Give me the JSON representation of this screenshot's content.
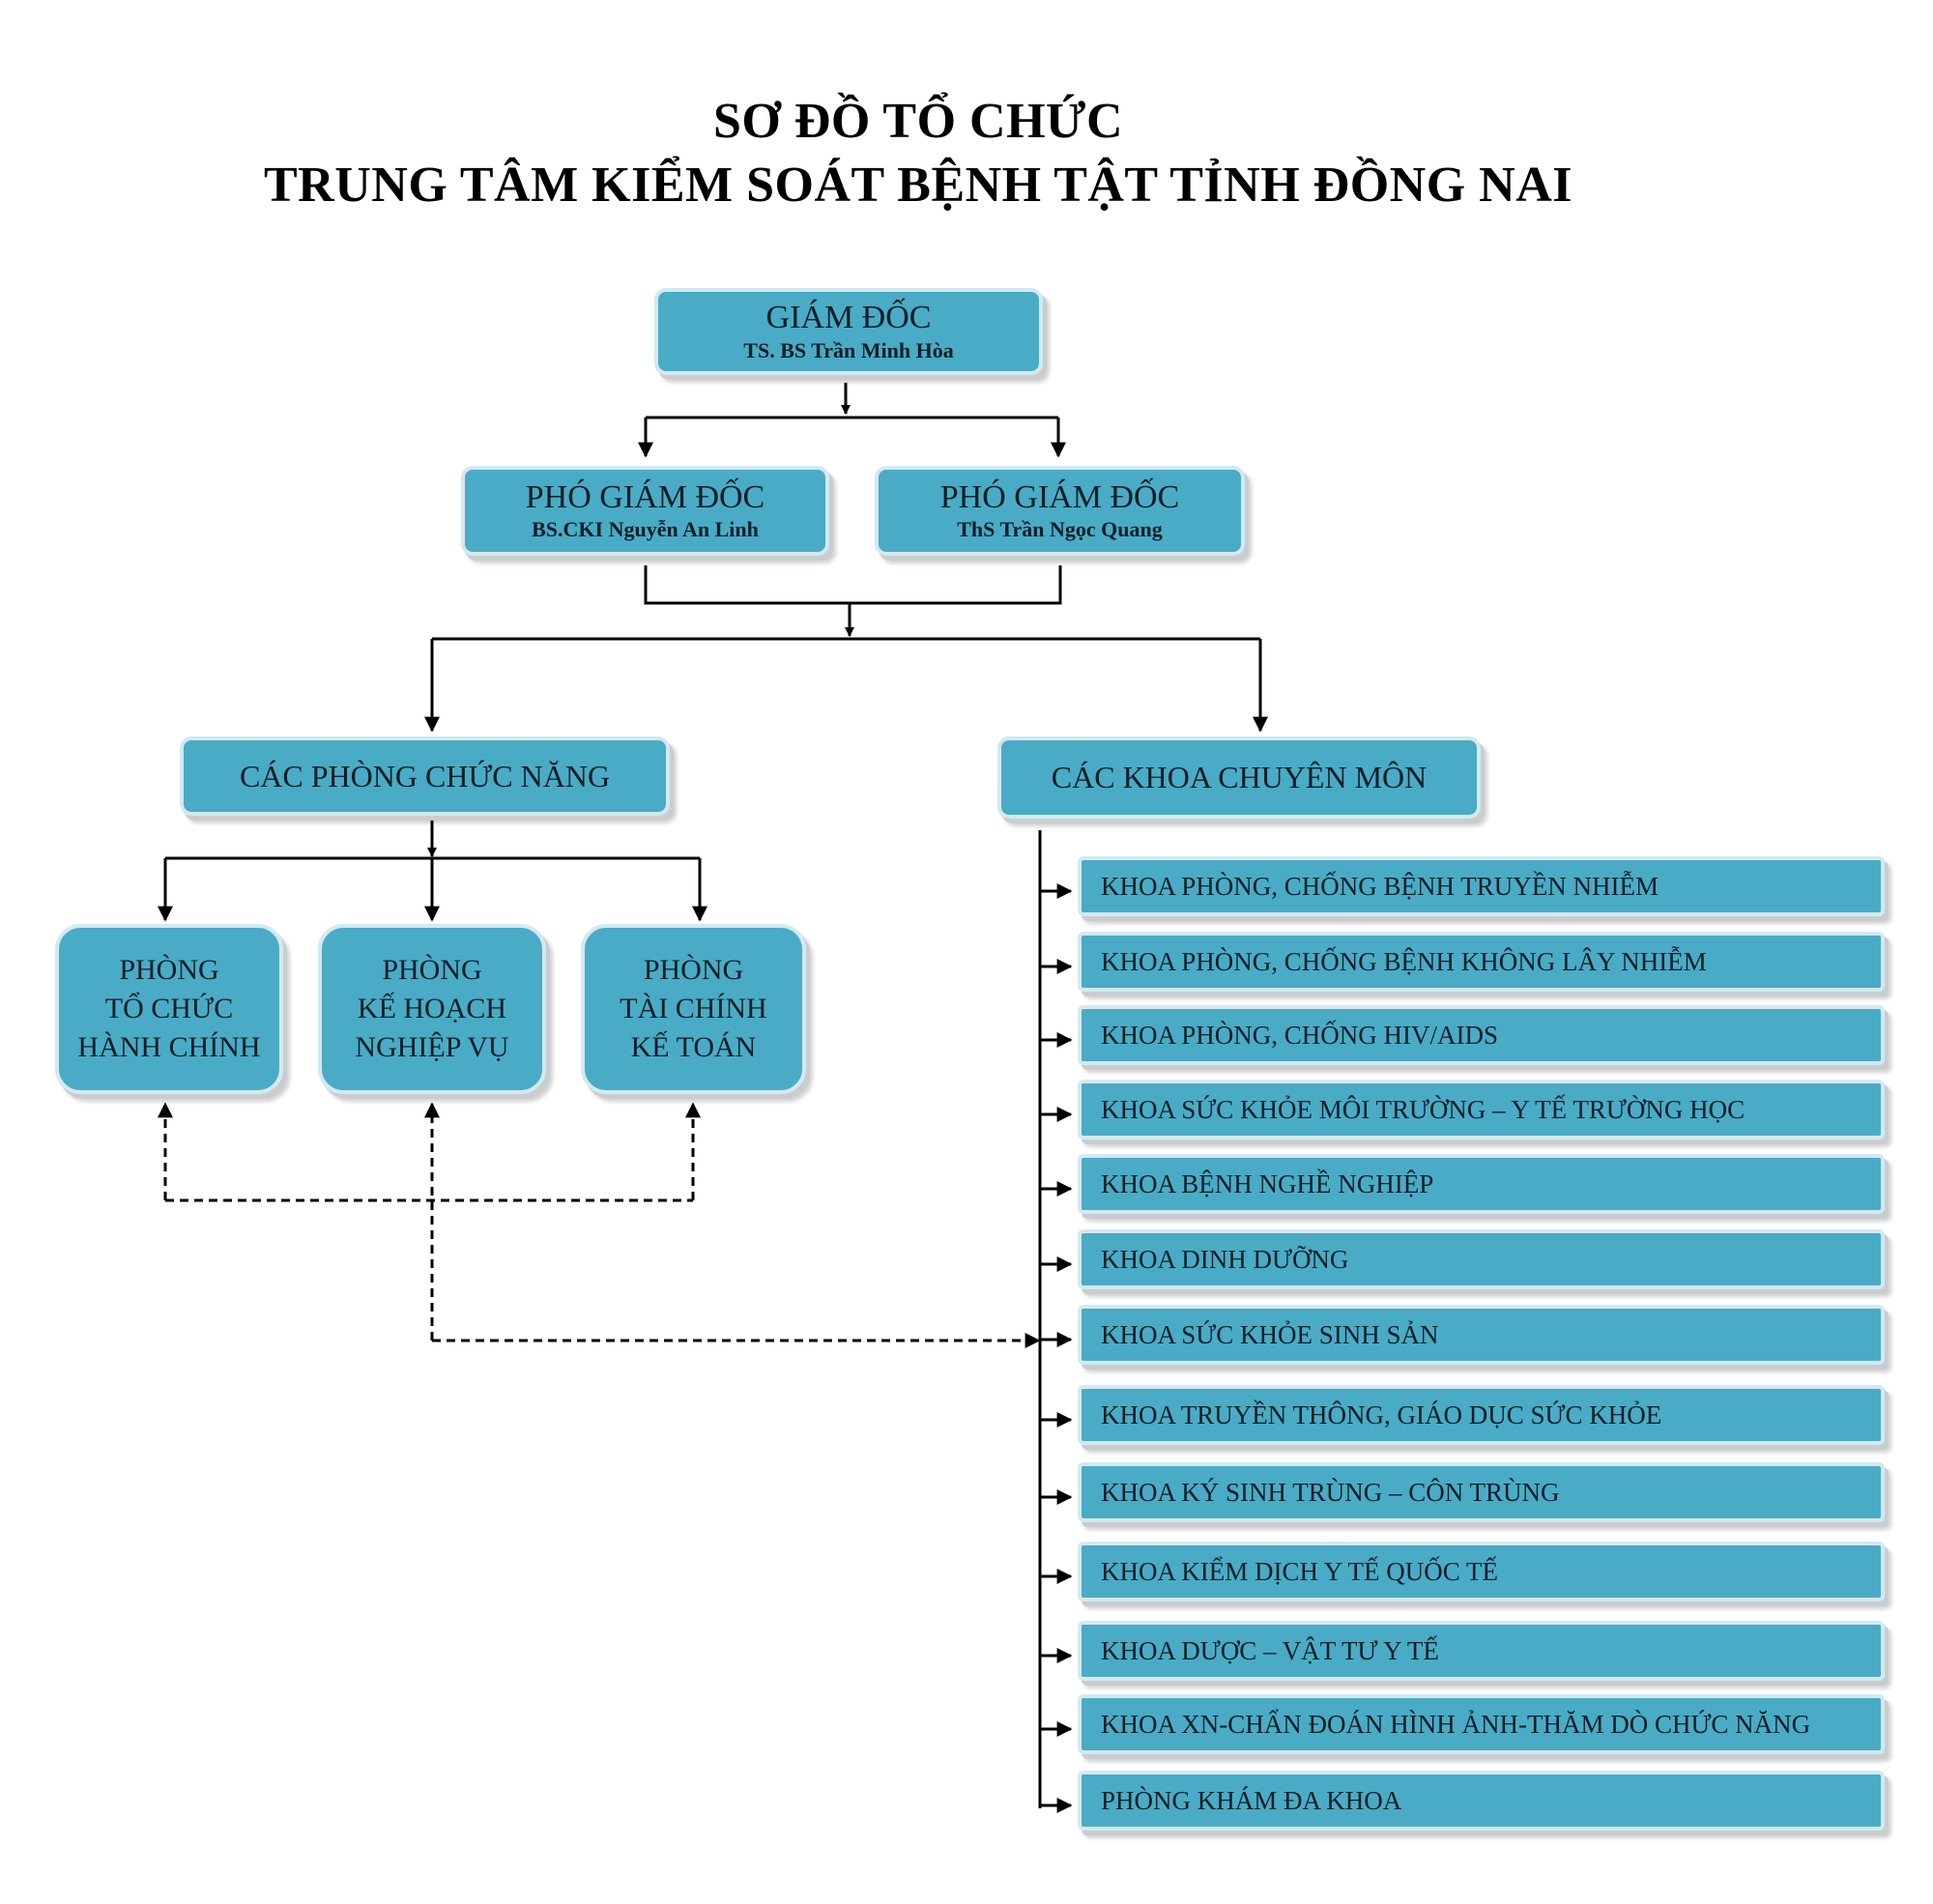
{
  "title": {
    "line1": "SƠ ĐỒ TỔ CHỨC",
    "line2": "TRUNG TÂM KIỂM SOÁT BỆNH TẬT TỈNH ĐỒNG NAI"
  },
  "director": {
    "role": "GIÁM ĐỐC",
    "name": "TS. BS Trần Minh Hòa"
  },
  "deputies": [
    {
      "role": "PHÓ GIÁM ĐỐC",
      "name": "BS.CKI Nguyễn An Linh"
    },
    {
      "role": "PHÓ GIÁM ĐỐC",
      "name": "ThS Trần Ngọc Quang"
    }
  ],
  "groups": {
    "functional": "CÁC PHÒNG CHỨC NĂNG",
    "specialized": "CÁC KHOA CHUYÊN MÔN"
  },
  "functional_departments": [
    {
      "line1": "PHÒNG",
      "line2": "TỔ CHỨC",
      "line3": "HÀNH CHÍNH"
    },
    {
      "line1": "PHÒNG",
      "line2": "KẾ HOẠCH",
      "line3": "NGHIỆP VỤ"
    },
    {
      "line1": "PHÒNG",
      "line2": "TÀI CHÍNH",
      "line3": "KẾ TOÁN"
    }
  ],
  "specialized_departments": [
    "KHOA PHÒNG, CHỐNG BỆNH TRUYỀN NHIỄM",
    "KHOA PHÒNG, CHỐNG BỆNH KHÔNG LÂY NHIỄM",
    "KHOA PHÒNG, CHỐNG HIV/AIDS",
    "KHOA SỨC KHỎE MÔI TRƯỜNG – Y TẾ TRƯỜNG HỌC",
    "KHOA BỆNH NGHỀ NGHIỆP",
    "KHOA DINH DƯỠNG",
    "KHOA SỨC KHỎE SINH SẢN",
    "KHOA TRUYỀN THÔNG, GIÁO DỤC SỨC KHỎE",
    "KHOA KÝ SINH TRÙNG – CÔN TRÙNG",
    "KHOA KIỂM DỊCH Y TẾ QUỐC TẾ",
    "KHOA DƯỢC – VẬT TƯ Y TẾ",
    "KHOA XN-CHẨN ĐOÁN HÌNH ẢNH-THĂM DÒ CHỨC NĂNG",
    "PHÒNG KHÁM ĐA KHOA"
  ],
  "colors": {
    "box_fill": "#4aabc6",
    "box_border": "#d4e9ef",
    "line": "#000000"
  }
}
